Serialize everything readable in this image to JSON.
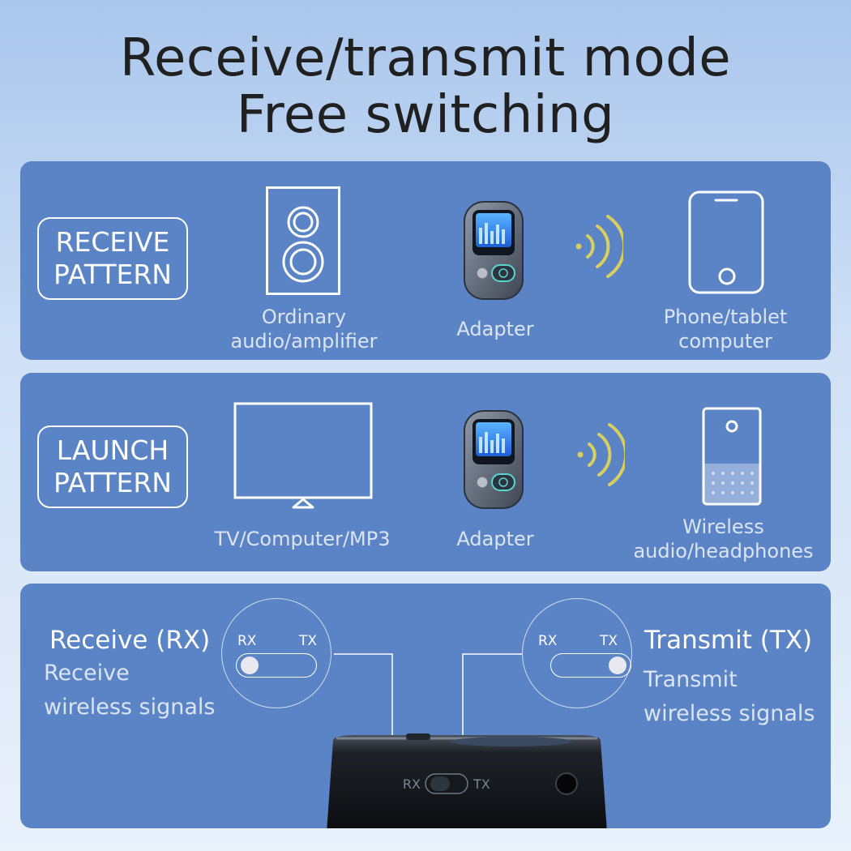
{
  "title": {
    "line1": "Receive/transmit mode",
    "line2": "Free switching"
  },
  "receive_panel": {
    "badge_line1": "RECEIVE",
    "badge_line2": "PATTERN",
    "source_caption_1": "Ordinary",
    "source_caption_2": "audio/amplifier",
    "adapter_caption": "Adapter",
    "target_caption_1": "Phone/tablet",
    "target_caption_2": "computer"
  },
  "launch_panel": {
    "badge_line1": "LAUNCH",
    "badge_line2": "PATTERN",
    "source_caption": "TV/Computer/MP3",
    "adapter_caption": "Adapter",
    "target_caption_1": "Wireless",
    "target_caption_2": "audio/headphones"
  },
  "switch_panel": {
    "rx_title": "Receive (RX)",
    "rx_desc_1": "Receive",
    "rx_desc_2": "wireless signals",
    "tx_title": "Transmit (TX)",
    "tx_desc_1": "Transmit",
    "tx_desc_2": "wireless signals",
    "rx_label": "RX",
    "tx_label": "TX",
    "device_rx": "RX",
    "device_tx": "TX"
  },
  "colors": {
    "panel": "#5b84c6",
    "signal_wave": "#d9cf5e",
    "title_text": "#202020"
  }
}
